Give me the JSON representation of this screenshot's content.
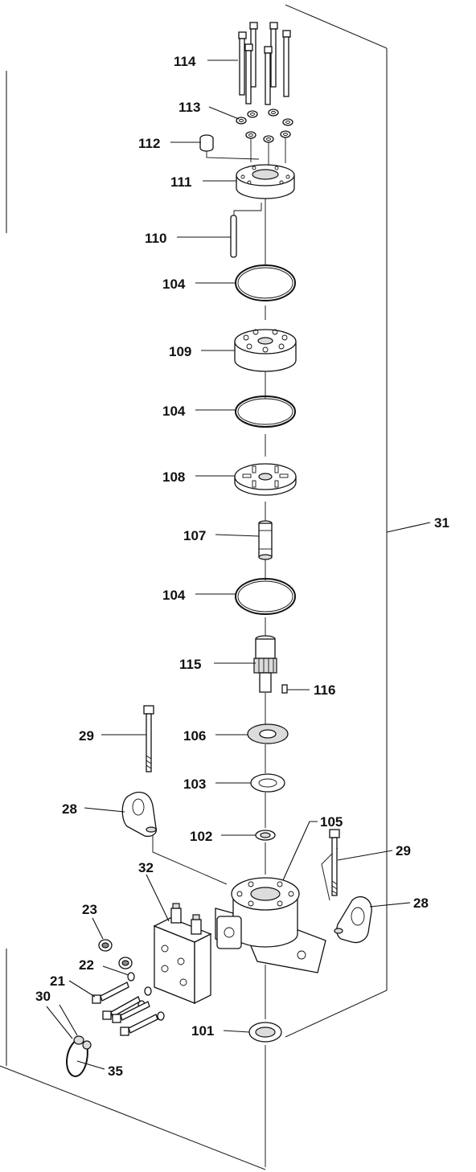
{
  "callouts": {
    "c114": "114",
    "c113": "113",
    "c112": "112",
    "c111": "111",
    "c110": "110",
    "c104a": "104",
    "c109": "109",
    "c104b": "104",
    "c108": "108",
    "c107": "107",
    "c104c": "104",
    "c31": "31",
    "c115": "115",
    "c116": "116",
    "c29a": "29",
    "c106": "106",
    "c103": "103",
    "c28a": "28",
    "c102": "102",
    "c105": "105",
    "c29b": "29",
    "c32": "32",
    "c28b": "28",
    "c23": "23",
    "c22": "22",
    "c21": "21",
    "c30": "30",
    "c101": "101",
    "c35": "35"
  }
}
